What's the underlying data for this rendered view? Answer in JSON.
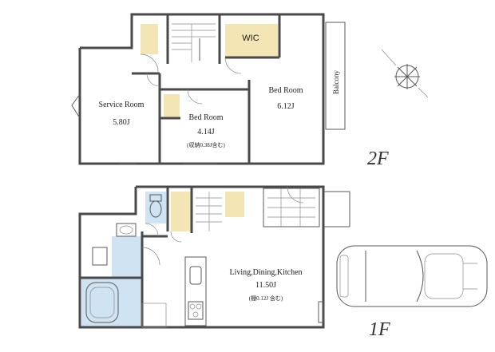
{
  "floors": {
    "upper": {
      "label": "2F",
      "rooms": [
        {
          "name": "Service Room",
          "size": "5.80J"
        },
        {
          "name": "Bed Room",
          "size": "4.14J",
          "note": "(収納0.38J含む)"
        },
        {
          "name": "Bed Room",
          "size": "6.12J"
        }
      ],
      "wic_label": "WIC",
      "balcony_label": "Balcony"
    },
    "lower": {
      "label": "1F",
      "ldk": {
        "name": "Living,Dining,Kitchen",
        "size": "11.50J",
        "note": "(棚0.12J 含む)"
      }
    }
  },
  "colors": {
    "wall": "#4a4a4a",
    "storage": "#f3e6b4",
    "wet_area": "#cfe3f3",
    "lines": "#8a8a8a"
  },
  "icons": [
    "compass-rose-icon",
    "car-icon",
    "toilet-icon",
    "bathtub-icon",
    "stove-icon",
    "sink-icon"
  ]
}
